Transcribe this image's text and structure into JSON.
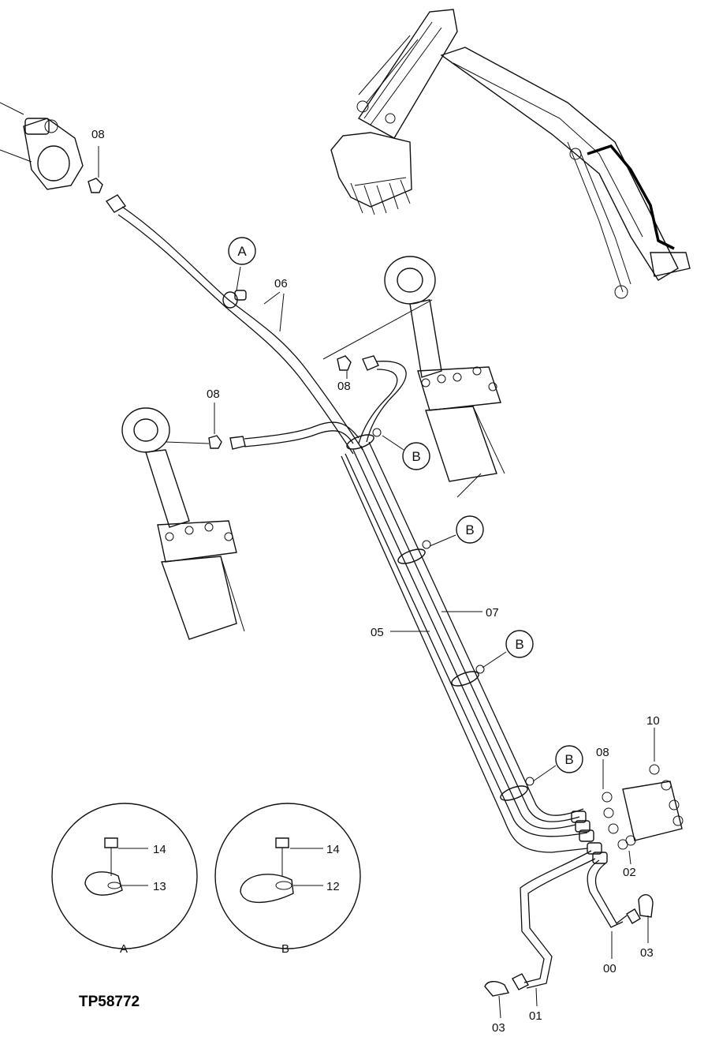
{
  "figure_id": "TP58772",
  "callouts": {
    "c08a": "08",
    "c08b": "08",
    "c08c": "08",
    "c08d": "08",
    "c06": "06",
    "c07": "07",
    "c05": "05",
    "c10": "10",
    "c02": "02",
    "c00": "00",
    "c03a": "03",
    "c03b": "03",
    "c01": "01",
    "c14a": "14",
    "c13": "13",
    "c14b": "14",
    "c12": "12"
  },
  "bubbles": {
    "a_top": "A",
    "b1": "B",
    "b2": "B",
    "b3": "B",
    "b4": "B"
  },
  "details": {
    "a_label": "A",
    "b_label": "B"
  }
}
